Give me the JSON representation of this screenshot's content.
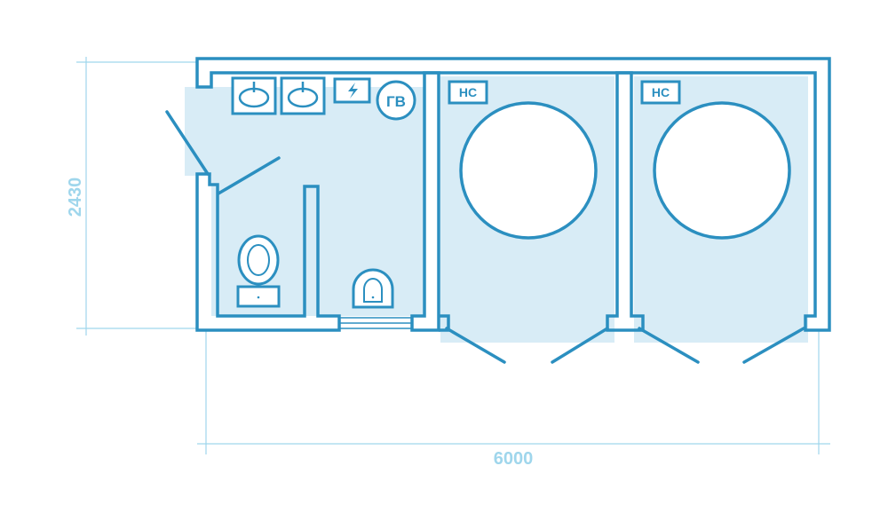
{
  "colors": {
    "wall": "#2b8fc0",
    "floor": "#d8ecf6",
    "dimension": "#9fd6ec",
    "fixture_fill": "#ffffff"
  },
  "dimensions": {
    "width_label": "6000",
    "height_label": "2430"
  },
  "labels": {
    "water_heater": "ГВ",
    "tank_left": "НС",
    "tank_right": "НС"
  },
  "icons": {
    "electric_panel": "lightning-icon"
  }
}
